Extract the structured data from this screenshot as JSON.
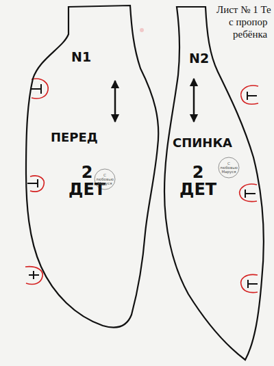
{
  "diagram": {
    "nodes": [
      {
        "text": [
          "N1",
          "ПЕРЕД",
          "2 ДЕТ"
        ]
      },
      {
        "text": [
          "N2",
          "СПИНКА",
          "2 ДЕТ"
        ]
      }
    ],
    "labels": [
      "Лист № 1 Те",
      "с пропор",
      "ребёнка",
      "С любовью Маруся",
      "С любовью Маруся"
    ]
  }
}
